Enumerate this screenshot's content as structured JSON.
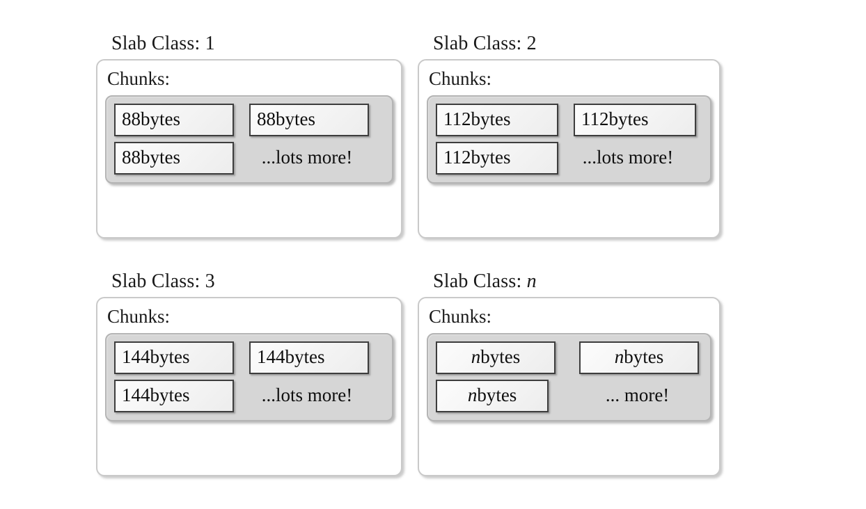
{
  "figure": {
    "background_color": "#ffffff",
    "panel_border_color": "#c9c9c9",
    "chunk_container_color": "#d6d6d6",
    "chunk_border_color": "#3d3d3d"
  },
  "slabs": [
    {
      "title_prefix": "Slab Class: ",
      "title_value": "1",
      "title_value_italic": false,
      "chunks_label": "Chunks:",
      "chunks": [
        {
          "value": "88",
          "unit": " bytes",
          "italic": false
        },
        {
          "value": "88",
          "unit": " bytes",
          "italic": false
        },
        {
          "value": "88",
          "unit": " bytes",
          "italic": false
        }
      ],
      "more_text": "...lots more!"
    },
    {
      "title_prefix": "Slab Class: ",
      "title_value": "2",
      "title_value_italic": false,
      "chunks_label": "Chunks:",
      "chunks": [
        {
          "value": "112",
          "unit": " bytes",
          "italic": false
        },
        {
          "value": "112",
          "unit": " bytes",
          "italic": false
        },
        {
          "value": "112",
          "unit": " bytes",
          "italic": false
        }
      ],
      "more_text": "...lots more!"
    },
    {
      "title_prefix": "Slab Class: ",
      "title_value": "3",
      "title_value_italic": false,
      "chunks_label": "Chunks:",
      "chunks": [
        {
          "value": "144",
          "unit": " bytes",
          "italic": false
        },
        {
          "value": "144",
          "unit": " bytes",
          "italic": false
        },
        {
          "value": "144",
          "unit": " bytes",
          "italic": false
        }
      ],
      "more_text": "...lots more!"
    },
    {
      "title_prefix": "Slab Class: ",
      "title_value": "n",
      "title_value_italic": true,
      "chunks_label": "Chunks:",
      "chunks": [
        {
          "value": "n",
          "unit": " bytes",
          "italic": true
        },
        {
          "value": "n",
          "unit": " bytes",
          "italic": true
        },
        {
          "value": "n",
          "unit": " bytes",
          "italic": true
        }
      ],
      "more_text": "... more!"
    }
  ]
}
